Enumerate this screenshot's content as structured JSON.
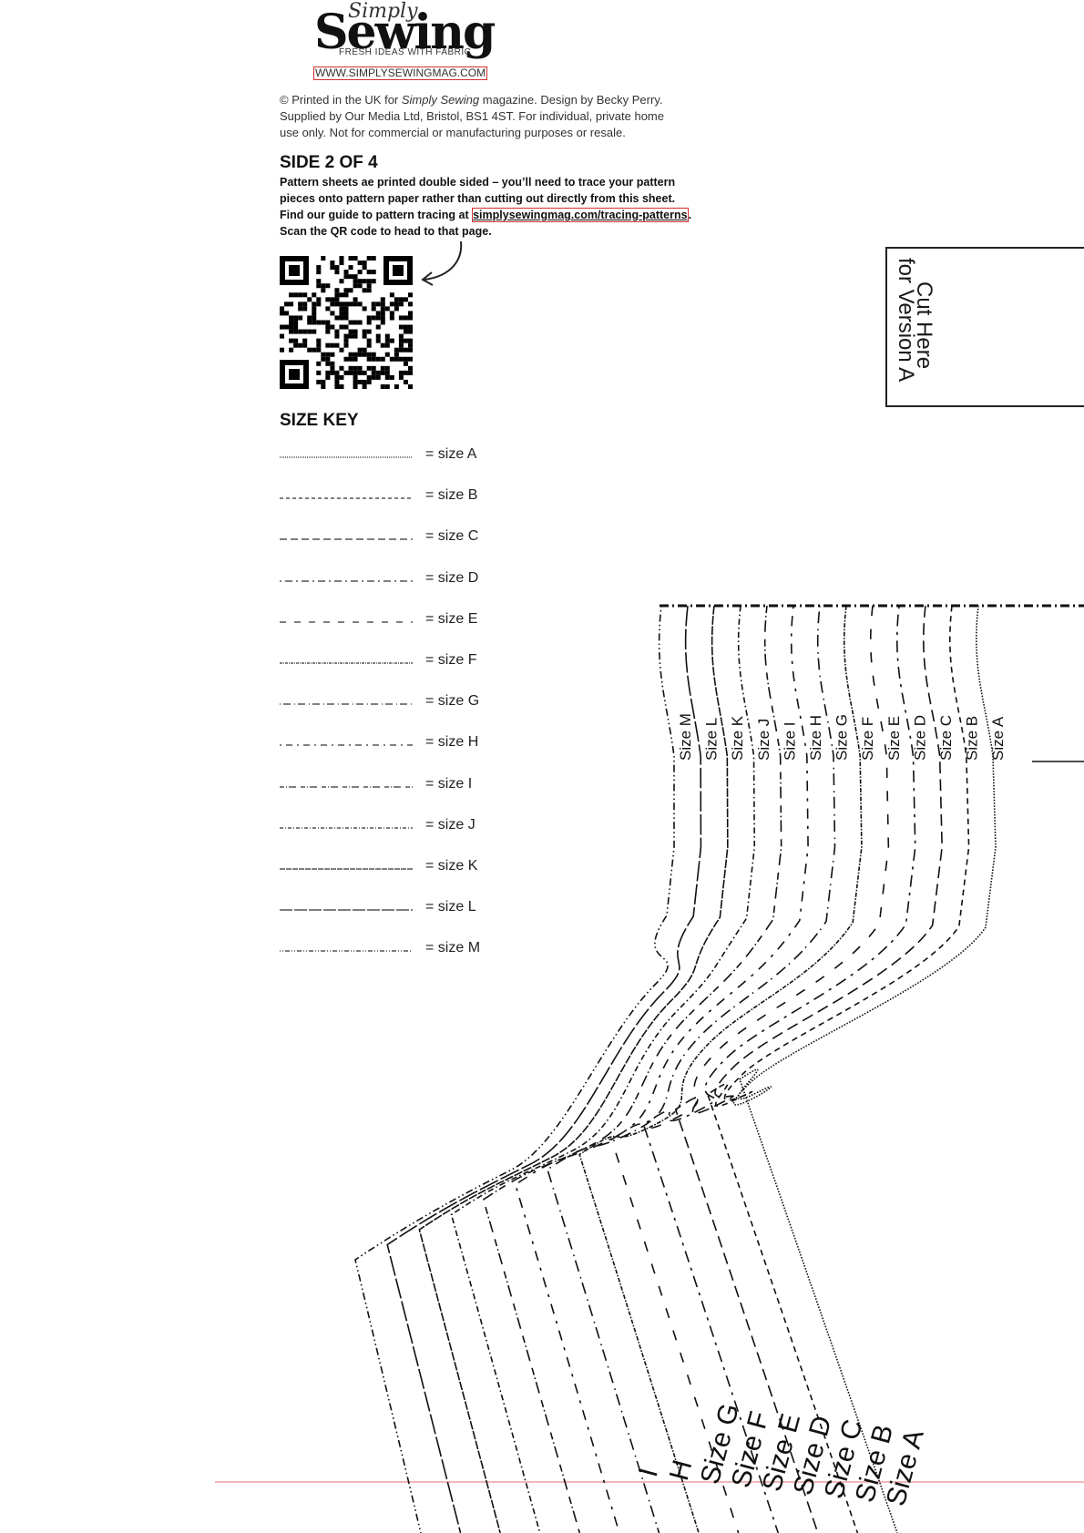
{
  "brand": {
    "script": "Simply",
    "name": "Sewing",
    "tagline": "FRESH IDEAS WITH FABRIC",
    "website": "WWW.SIMPLYSEWINGMAG.COM"
  },
  "copyright": {
    "line1_prefix": "© Printed in the UK for ",
    "line1_italic": "Simply Sewing",
    "line1_suffix": " magazine. Design by Becky Perry.",
    "line2": "Supplied by Our Media Ltd, Bristol, BS1 4ST. For individual, private home",
    "line3": "use only. Not for commercial or manufacturing purposes or resale."
  },
  "sheet": {
    "title": "SIDE 2 OF 4",
    "line1": "Pattern sheets ae printed double sided – you’ll need to trace your pattern",
    "line2": "pieces onto pattern paper rather than cutting out directly from this sheet.",
    "line3_prefix": "Find our guide to pattern tracing at ",
    "line3_link": "simplysewingmag.com/tracing-patterns",
    "line3_suffix": ".",
    "line4": "Scan the QR code to head to that page."
  },
  "size_key": {
    "title": "SIZE KEY",
    "items": [
      {
        "label": "= size A",
        "dash": "1 1"
      },
      {
        "label": "= size B",
        "dash": "4 3"
      },
      {
        "label": "= size C",
        "dash": "8 4"
      },
      {
        "label": "= size D",
        "dash": "2 4 8 4"
      },
      {
        "label": "= size E",
        "dash": "7 9"
      },
      {
        "label": "= size F",
        "dash": "3 1 1 1"
      },
      {
        "label": "= size G",
        "dash": "1 3 8 4"
      },
      {
        "label": "= size H",
        "dash": "2 5 7 5"
      },
      {
        "label": "= size I",
        "dash": "5 2 1 2 8 5"
      },
      {
        "label": "= size J",
        "dash": "4 2 1 2"
      },
      {
        "label": "= size K",
        "dash": "6 1"
      },
      {
        "label": "= size L",
        "dash": "14 2"
      },
      {
        "label": "= size M",
        "dash": "1 2 1 2 5 2"
      }
    ]
  },
  "cut_here": {
    "line1": "Cut Here",
    "line2": "for Version A"
  },
  "pattern_labels_top": [
    "Size M",
    "Size L",
    "Size K",
    "Size J",
    "Size I",
    "Size H",
    "Size G",
    "Size F",
    "Size E",
    "Size D",
    "Size C",
    "Size B",
    "Size A"
  ],
  "pattern_labels_bottom": [
    "Size A",
    "Size B",
    "Size C",
    "Size D",
    "Size E",
    "Size F",
    "Size G",
    "H",
    "I"
  ]
}
